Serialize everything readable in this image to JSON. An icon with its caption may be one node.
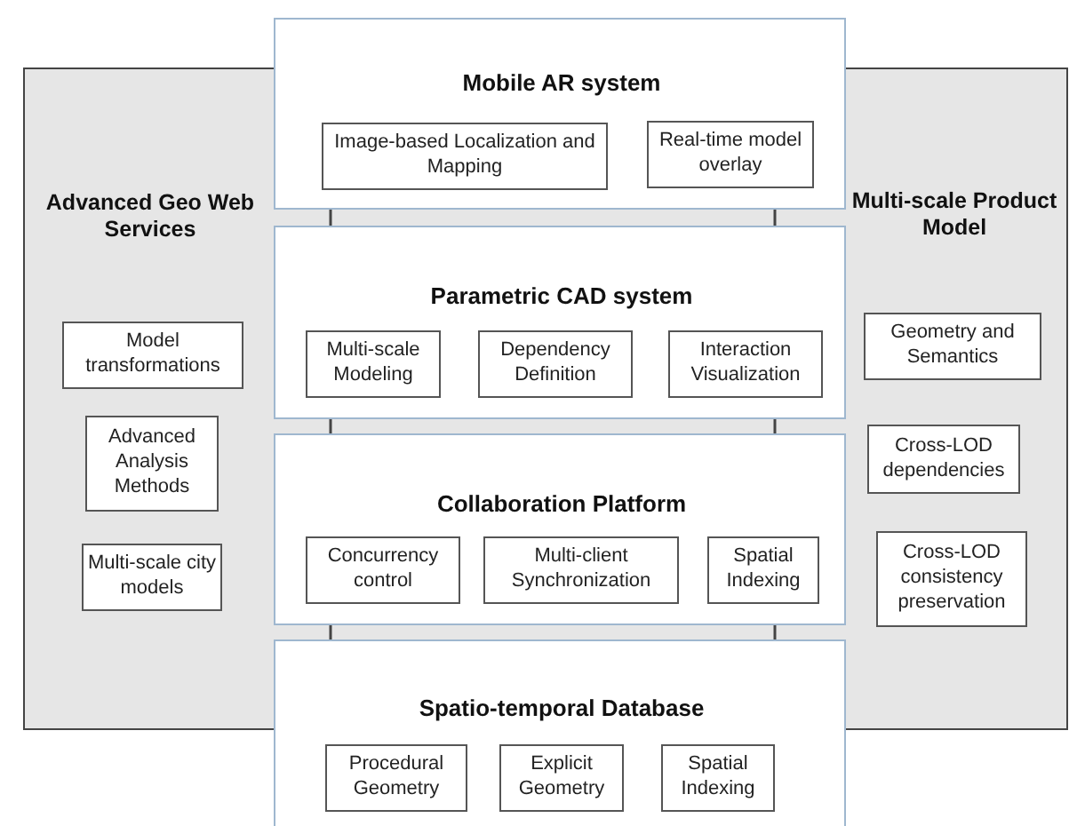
{
  "diagram": {
    "nodes": [
      {
        "text": [
          "Advanced Geo Web Services"
        ]
      },
      {
        "text": [
          "Model transformations"
        ],
        "in": 0
      },
      {
        "text": [
          "Advanced Analysis Methods"
        ],
        "in": 0
      },
      {
        "text": [
          "Multi-scale city models"
        ],
        "in": 0
      },
      {
        "text": [
          "Multi-scale Product Model"
        ]
      },
      {
        "text": [
          "Geometry and Semantics"
        ],
        "in": 4
      },
      {
        "text": [
          "Cross-LOD dependencies"
        ],
        "in": 4
      },
      {
        "text": [
          "Cross-LOD consistency preservation"
        ],
        "in": 4
      },
      {
        "text": [
          "Mobile AR system"
        ]
      },
      {
        "text": [
          "Image-based Localization and Mapping"
        ],
        "in": 8
      },
      {
        "text": [
          "Real-time model overlay"
        ],
        "in": 8
      },
      {
        "text": [
          "Parametric CAD system"
        ]
      },
      {
        "text": [
          "Multi-scale Modeling"
        ],
        "in": 11
      },
      {
        "text": [
          "Dependency Definition"
        ],
        "in": 11
      },
      {
        "text": [
          "Interaction Visualization"
        ],
        "in": 11
      },
      {
        "text": [
          "Collaboration Platform"
        ]
      },
      {
        "text": [
          "Concurrency control"
        ],
        "in": 15
      },
      {
        "text": [
          "Multi-client Synchronization"
        ],
        "in": 15
      },
      {
        "text": [
          "Spatial Indexing"
        ],
        "in": 15
      },
      {
        "text": [
          "Spatio-temporal Database"
        ]
      },
      {
        "text": [
          "Procedural Geometry"
        ],
        "in": 19
      },
      {
        "text": [
          "Explicit Geometry"
        ],
        "in": 19
      },
      {
        "text": [
          "Spatial Indexing"
        ],
        "in": 19
      }
    ],
    "edges": [
      {
        "from": 8,
        "to": 11,
        "arrow": "none"
      },
      {
        "from": 8,
        "to": 11,
        "arrow": "none"
      },
      {
        "from": 11,
        "to": 15,
        "arrow": "none"
      },
      {
        "from": 11,
        "to": 15,
        "arrow": "none"
      },
      {
        "from": 15,
        "to": 19,
        "arrow": "none"
      },
      {
        "from": 15,
        "to": 19,
        "arrow": "none"
      }
    ]
  }
}
